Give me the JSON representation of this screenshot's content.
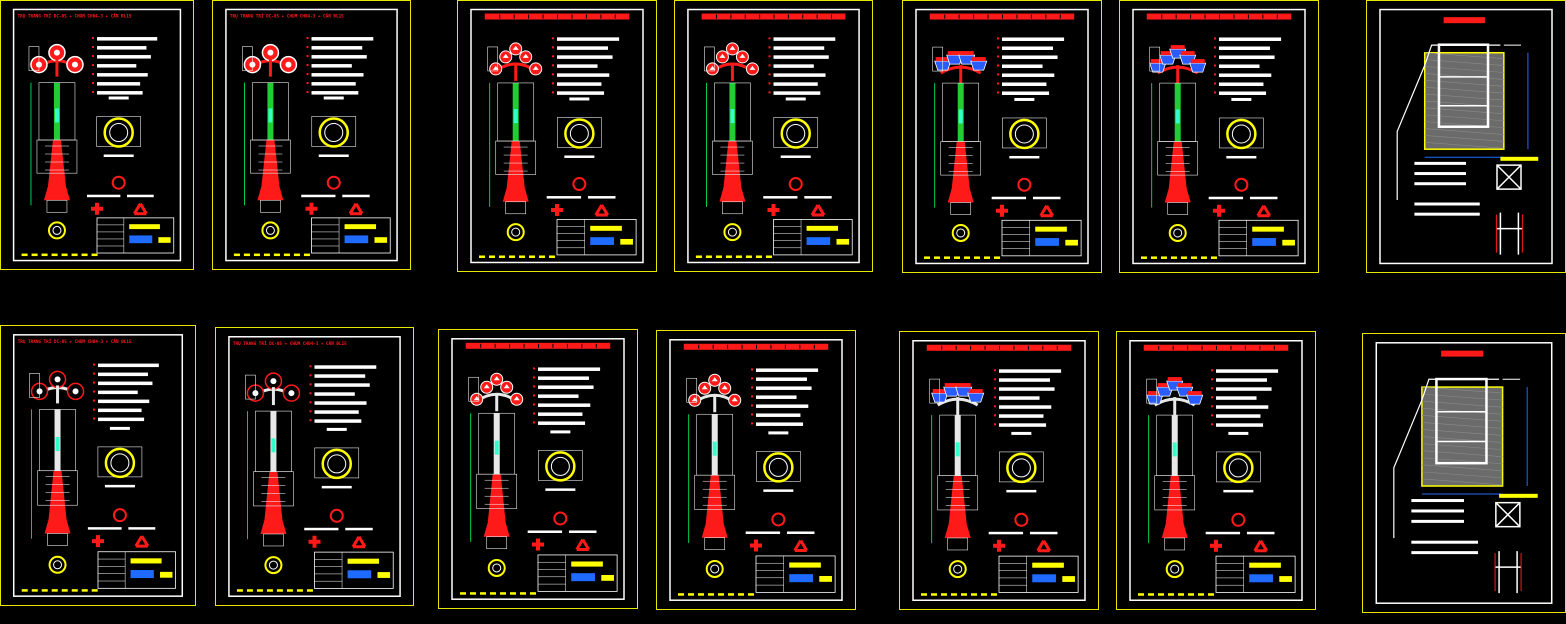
{
  "canvas": {
    "background": "#000000"
  },
  "colors": {
    "frame": "#e6e600",
    "sheet": "#ffffff",
    "lamp_red": "#ff1a1a",
    "shade_blue": "#2a5cff",
    "pole_green": "#22cc33",
    "dim_green": "#00ff66",
    "pipe_white": "#e8e8e8",
    "base_yellow": "#ffff00",
    "stamp_blue": "#1f6bff"
  },
  "sheets": [
    {
      "row": 0,
      "col": 0,
      "lamp": "globe-3",
      "title": "TRỤ TRANG TRÍ DC-05 + CHÙM CH04-3 + CẦN ĐL15"
    },
    {
      "row": 0,
      "col": 1,
      "lamp": "globe-3",
      "title": "TRỤ TRANG TRÍ DC-05 + CHÙM CH04-3 + CẦN ĐL15"
    },
    {
      "row": 0,
      "col": 2,
      "lamp": "flower-5",
      "title": ""
    },
    {
      "row": 0,
      "col": 3,
      "lamp": "flower-5",
      "title": ""
    },
    {
      "row": 0,
      "col": 4,
      "lamp": "bowl-4",
      "title": ""
    },
    {
      "row": 0,
      "col": 5,
      "lamp": "bowl-5",
      "title": ""
    },
    {
      "row": 0,
      "col": 6,
      "lamp": "foundation",
      "title": ""
    },
    {
      "row": 1,
      "col": 0,
      "lamp": "globe-3-white",
      "title": "TRỤ TRANG TRÍ DC-05 + CHÙM CH04-3 + CẦN ĐL15"
    },
    {
      "row": 1,
      "col": 1,
      "lamp": "globe-3-white",
      "title": "TRỤ TRANG TRÍ DC-05 + CHÙM CH04-3 + CẦN ĐL15"
    },
    {
      "row": 1,
      "col": 2,
      "lamp": "flower-5-white",
      "title": ""
    },
    {
      "row": 1,
      "col": 3,
      "lamp": "flower-5-white",
      "title": ""
    },
    {
      "row": 1,
      "col": 4,
      "lamp": "bowl-4-white",
      "title": ""
    },
    {
      "row": 1,
      "col": 5,
      "lamp": "bowl-5-white",
      "title": ""
    },
    {
      "row": 1,
      "col": 6,
      "lamp": "foundation",
      "title": ""
    }
  ]
}
